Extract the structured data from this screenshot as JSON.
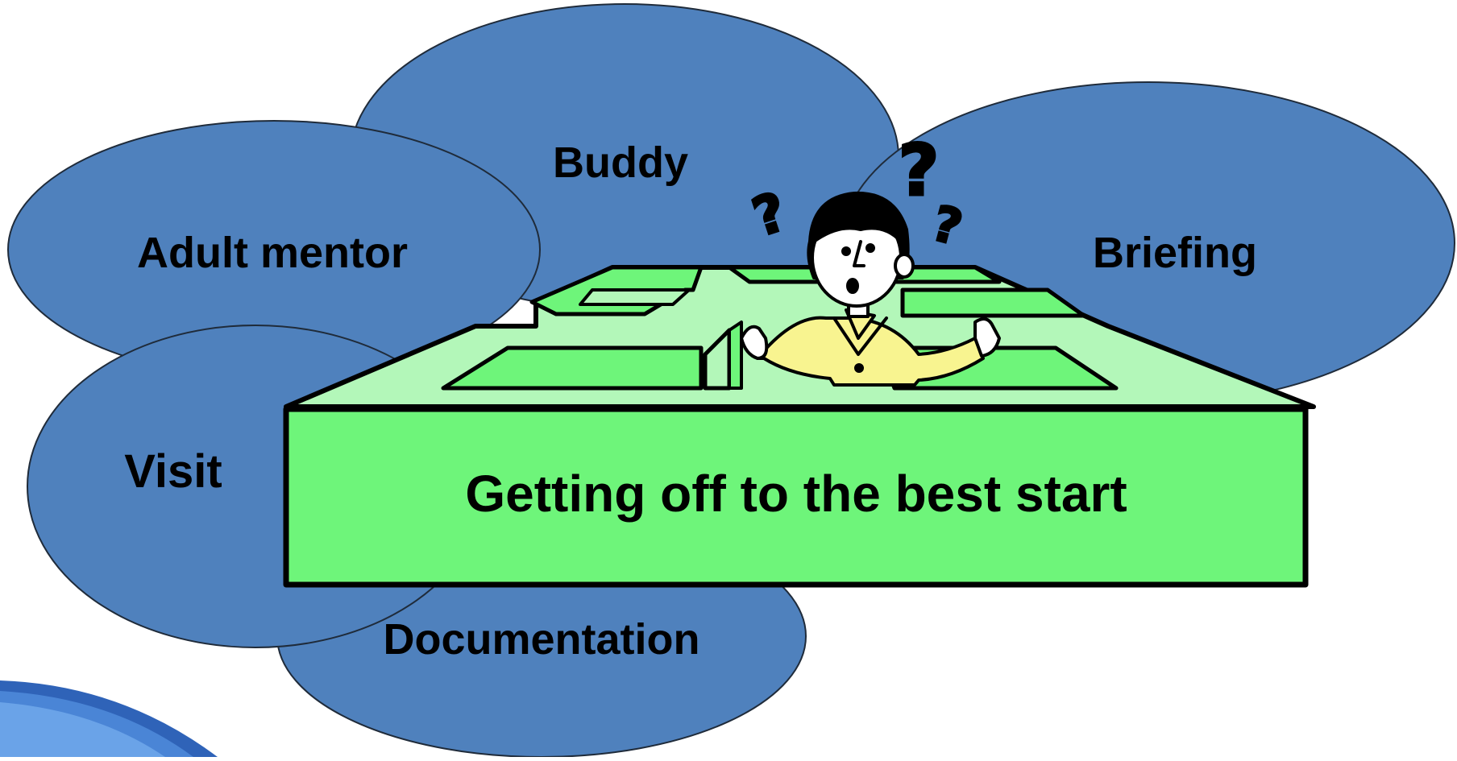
{
  "ellipses": {
    "buddy": "Buddy",
    "adult_mentor": "Adult mentor",
    "briefing": "Briefing",
    "visit": "Visit",
    "documentation": "Documentation"
  },
  "center_box": {
    "label": "Getting off to the best start"
  },
  "colors": {
    "ellipse_fill": "#4f81bd",
    "ellipse_stroke": "#1f2b3a",
    "maze_front": "#6ef57a",
    "maze_top": "#b3f7b9",
    "maze_wall": "#7fe88a",
    "qmark_red": "#e8262b",
    "qmark_cyan": "#39c6e3",
    "qmark_magenta": "#d84fe0",
    "shirt": "#f8f490"
  },
  "icons": [
    "confused-person-icon",
    "question-mark-icon",
    "maze-illustration"
  ]
}
